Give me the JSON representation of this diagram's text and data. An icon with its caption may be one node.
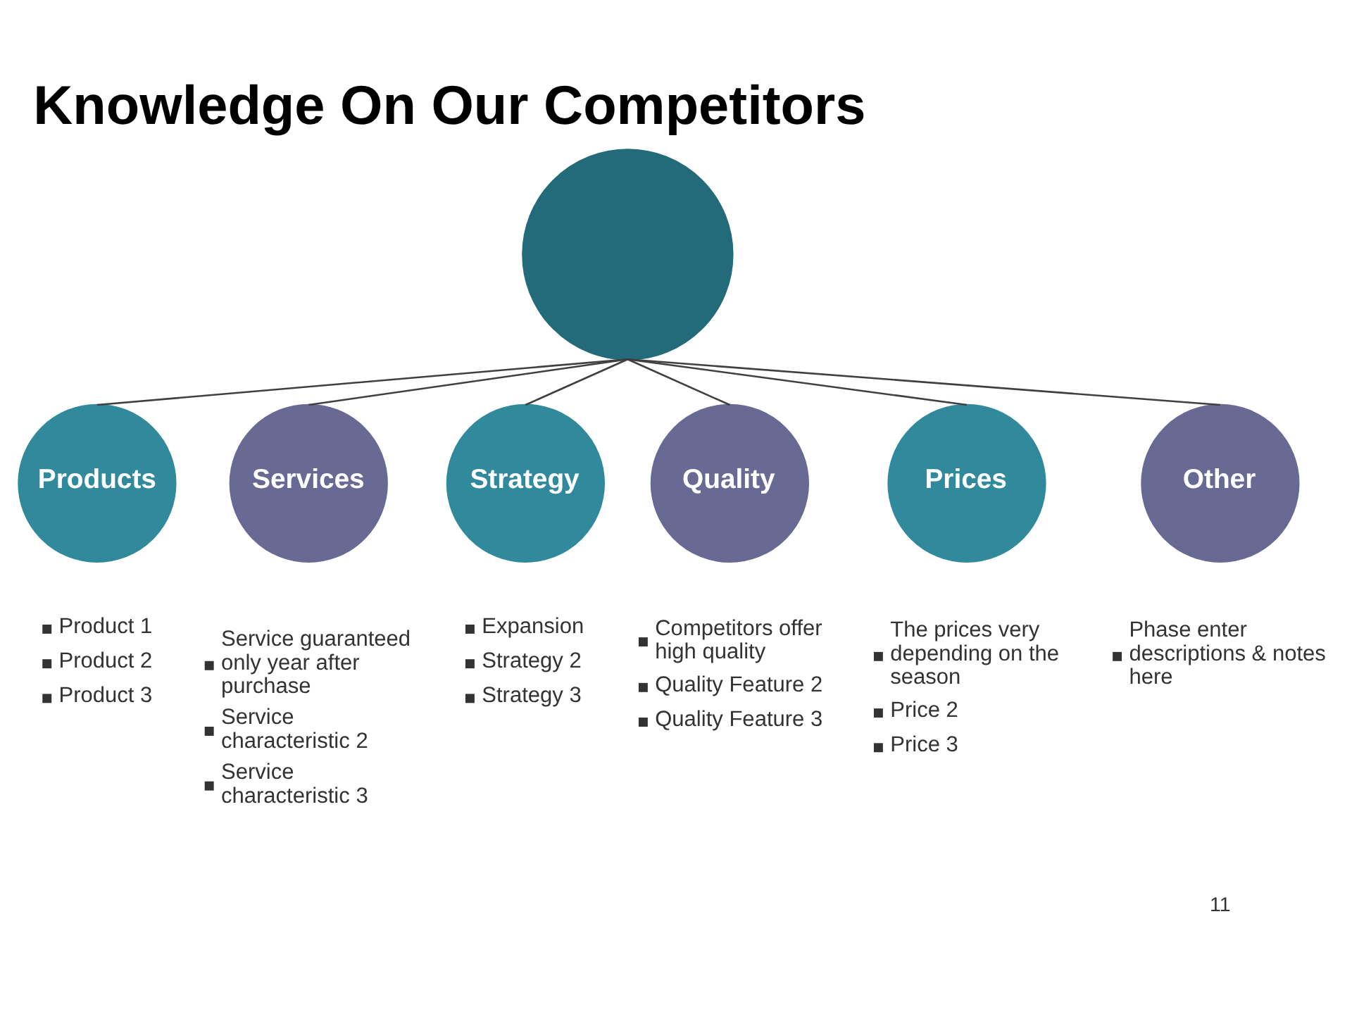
{
  "diagram": {
    "title": "Knowledge On Our Competitors",
    "nodes": [
      {
        "text": [],
        "shape": "circle"
      },
      {
        "text": [
          "Products"
        ],
        "beside": [
          "Product 1",
          "Product 2",
          "Product 3"
        ]
      },
      {
        "text": [
          "Services"
        ],
        "beside": [
          "Service guaranteed only year after purchase",
          "Service characteristic 2",
          "Service characteristic 3"
        ]
      },
      {
        "text": [
          "Strategy"
        ],
        "beside": [
          "Expansion",
          "Strategy 2",
          "Strategy 3"
        ]
      },
      {
        "text": [
          "Quality"
        ],
        "beside": [
          "Competitors offer high quality",
          "Quality Feature 2",
          "Quality Feature 3"
        ]
      },
      {
        "text": [
          "Prices"
        ],
        "beside": [
          "The prices very depending on the season",
          "Price 2",
          "Price 3"
        ]
      },
      {
        "text": [
          "Other"
        ],
        "beside": [
          "Phase enter descriptions & notes here"
        ]
      }
    ],
    "edges": [
      {
        "from": 0,
        "to": 1,
        "arrow": "none"
      },
      {
        "from": 0,
        "to": 2,
        "arrow": "none"
      },
      {
        "from": 0,
        "to": 3,
        "arrow": "none"
      },
      {
        "from": 0,
        "to": 4,
        "arrow": "none"
      },
      {
        "from": 0,
        "to": 5,
        "arrow": "none"
      },
      {
        "from": 0,
        "to": 6,
        "arrow": "none"
      }
    ],
    "labels": [
      "11"
    ]
  }
}
